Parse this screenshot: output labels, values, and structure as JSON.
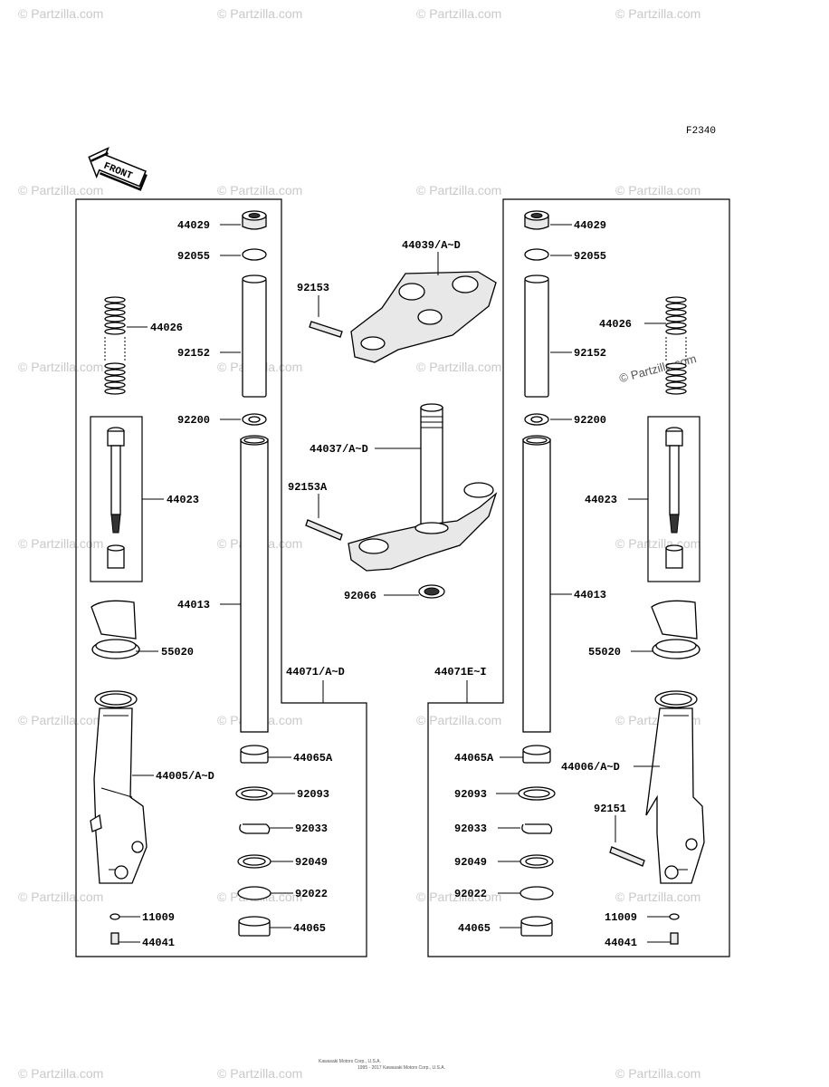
{
  "figure_code": "F2340",
  "front_arrow_label": "FRONT",
  "watermark": "© Partzilla.com",
  "footer_lines": [
    "Kawasaki Motors Corp., U.S.A.",
    "1995 - 2017 Kawasaki Motors Corp., U.S.A."
  ],
  "labels": {
    "L_44029": "44029",
    "L_92055": "92055",
    "L_44026": "44026",
    "L_92152": "92152",
    "L_92200": "92200",
    "L_44023": "44023",
    "L_44013": "44013",
    "L_55020": "55020",
    "L_44071": "44071/A~D",
    "L_44005": "44005/A~D",
    "L_44065A": "44065A",
    "L_92093": "92093",
    "L_92033": "92033",
    "L_92049": "92049",
    "L_92022": "92022",
    "L_44065": "44065",
    "L_11009": "11009",
    "L_44041": "44041",
    "C_44039": "44039/A~D",
    "C_92153": "92153",
    "C_44037": "44037/A~D",
    "C_92153A": "92153A",
    "C_92066": "92066",
    "R_44029": "44029",
    "R_92055": "92055",
    "R_44026": "44026",
    "R_92152": "92152",
    "R_92200": "92200",
    "R_44023": "44023",
    "R_44013": "44013",
    "R_55020": "55020",
    "R_44071": "44071E~I",
    "R_44065A": "44065A",
    "R_44006": "44006/A~D",
    "R_92093": "92093",
    "R_92151": "92151",
    "R_92033": "92033",
    "R_92049": "92049",
    "R_92022": "92022",
    "R_44065": "44065",
    "R_11009": "11009",
    "R_44041": "44041"
  }
}
